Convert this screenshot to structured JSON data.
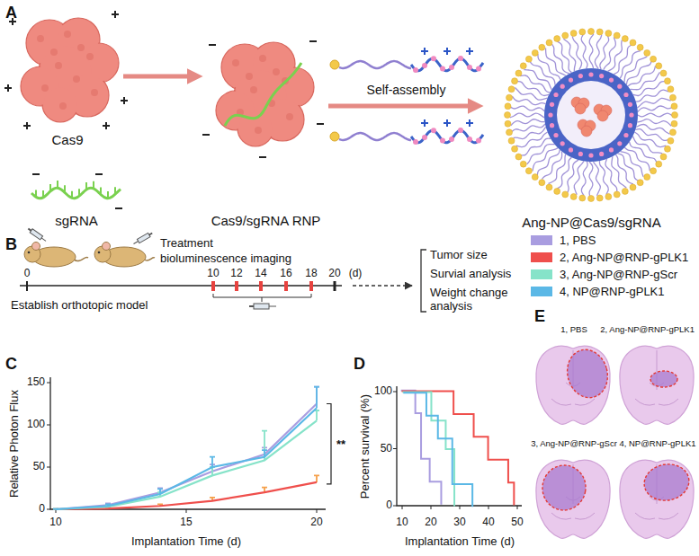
{
  "diagram": {
    "nodes": [
      {
        "text": [
          "Cas9"
        ]
      },
      {
        "text": [
          "sgRNA"
        ]
      },
      {
        "text": [
          "Cas9/sgRNA RNP"
        ]
      },
      {
        "text": [
          "Ang-NP@Cas9/sgRNA"
        ]
      }
    ],
    "edges": [
      {
        "from": 0,
        "to": 2,
        "arrow": "to"
      },
      {
        "from": 2,
        "to": 3,
        "label": "Self-assembly",
        "arrow": "to"
      }
    ],
    "labels": [
      "A",
      "B",
      "Treatment",
      "bioluminescence imaging",
      "0",
      "Establish orthotopic model",
      "10",
      "12",
      "14",
      "16",
      "18",
      "20",
      "(d)",
      "Tumor size",
      "Survial analysis",
      "Weight change analysis",
      "C",
      "Relative Photon Flux",
      "0",
      "50",
      "100",
      "150",
      "10",
      "15",
      "20",
      "Implantation Time (d)",
      "**",
      "D",
      "Percent survival (%)",
      "0",
      "50",
      "100",
      "10",
      "20",
      "30",
      "40",
      "50",
      "Implantation Time (d)",
      "E",
      "1, PBS",
      "2, Ang-NP@RNP-gPLK1",
      "3, Ang-NP@RNP-gScr",
      "4, NP@RNP-gPLK1"
    ],
    "legend": [
      {
        "text": "1, PBS",
        "color": "#a99de0"
      },
      {
        "text": "2, Ang-NP@RNP-gPLK1",
        "color": "#ef4f4c"
      },
      {
        "text": "3, Ang-NP@RNP-gScr",
        "color": "#86e3c9"
      },
      {
        "text": "4, NP@RNP-gPLK1",
        "color": "#5bb8e6"
      }
    ]
  }
}
